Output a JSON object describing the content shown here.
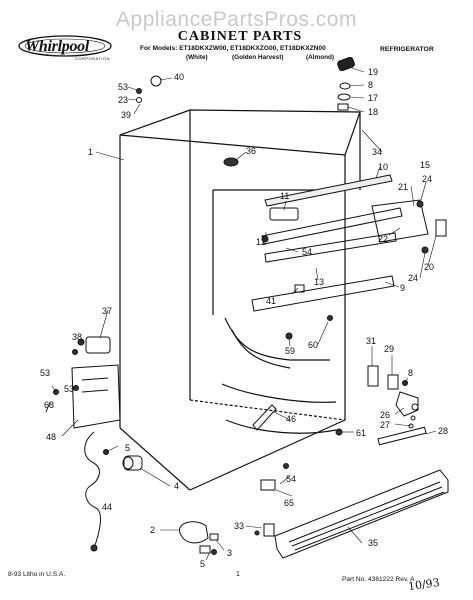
{
  "watermark": "AppliancePartsPros.com",
  "brand": {
    "name": "Whirlpool",
    "sub": "CORPORATION"
  },
  "title": "CABINET PARTS",
  "models_line": "For Models: ET18DKXZW00, ET18DKXZG00, ET18DKXZN00",
  "finishes": [
    "(White)",
    "(Golden Harvest)",
    "(Almond)"
  ],
  "category": "REFRIGERATOR",
  "callouts": [
    "1",
    "2",
    "3",
    "4",
    "5",
    "8",
    "9",
    "10",
    "11",
    "12",
    "13",
    "15",
    "17",
    "18",
    "19",
    "20",
    "21",
    "22",
    "23",
    "24",
    "26",
    "27",
    "28",
    "29",
    "31",
    "33",
    "34",
    "35",
    "36",
    "37",
    "38",
    "39",
    "40",
    "41",
    "44",
    "46",
    "48",
    "53",
    "54",
    "59",
    "60",
    "61",
    "65",
    "68"
  ],
  "footer": {
    "left": "8-93 Litho in U.S.A.",
    "page": "1",
    "part_no": "Part No. 4361222 Rev. A",
    "handwritten": "10/93"
  }
}
